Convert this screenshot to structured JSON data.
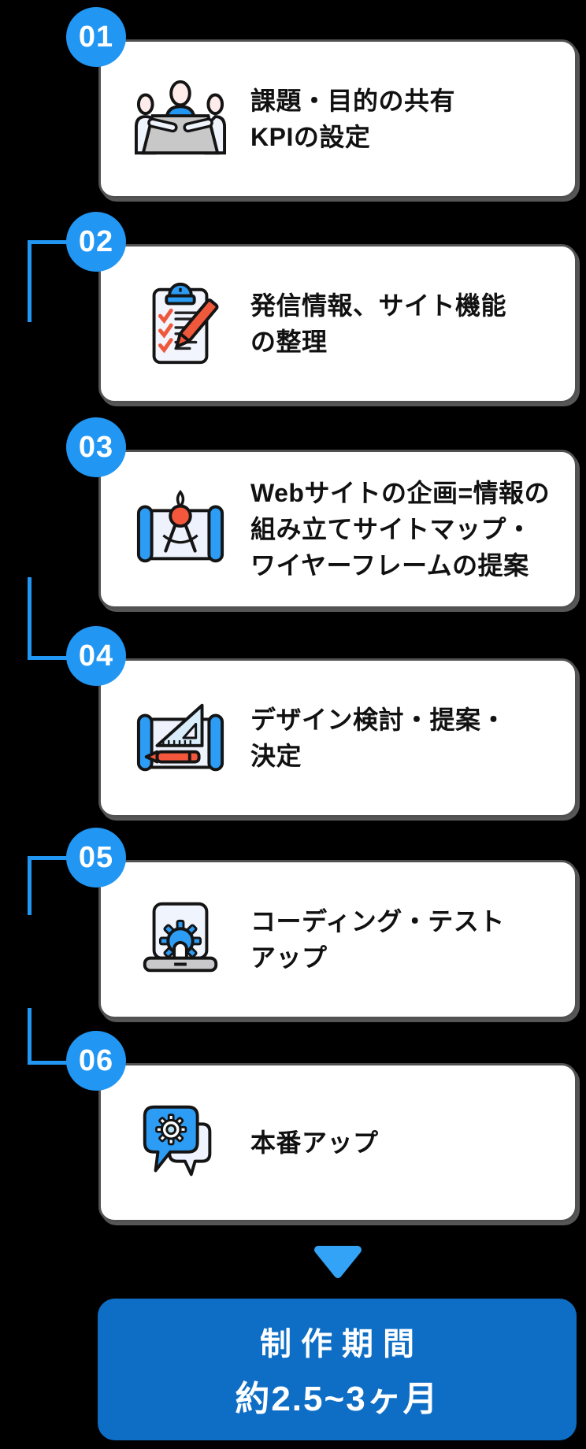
{
  "steps": [
    {
      "number": "01",
      "icon": "meeting-icon",
      "lines": [
        "課題・目的の共有",
        "KPIの設定"
      ]
    },
    {
      "number": "02",
      "icon": "checklist-pencil-icon",
      "lines": [
        "発信情報、サイト機能",
        "の整理"
      ]
    },
    {
      "number": "03",
      "icon": "blueprint-compass-icon",
      "lines": [
        "Webサイトの企画=情報の",
        "組み立てサイトマップ・",
        "ワイヤーフレームの提案"
      ]
    },
    {
      "number": "04",
      "icon": "blueprint-ruler-icon",
      "lines": [
        "デザイン検討・提案・",
        "決定"
      ]
    },
    {
      "number": "05",
      "icon": "laptop-gear-icon",
      "lines": [
        "コーディング・テスト",
        "アップ"
      ]
    },
    {
      "number": "06",
      "icon": "chat-gear-icon",
      "lines": [
        "本番アップ"
      ]
    }
  ],
  "footer": {
    "period_label": "制作期間",
    "period_value": "約2.5~3ヶ月"
  },
  "colors": {
    "background": "#000000",
    "accent_blue": "#2196f3",
    "arrow_blue": "#33a3f7",
    "footer_box_blue": "#0e6ec6",
    "card_white": "#ffffff",
    "card_shadow_gray": "#565656",
    "pencil_orange": "#f0583c",
    "table_gray": "#c8c8c8"
  }
}
